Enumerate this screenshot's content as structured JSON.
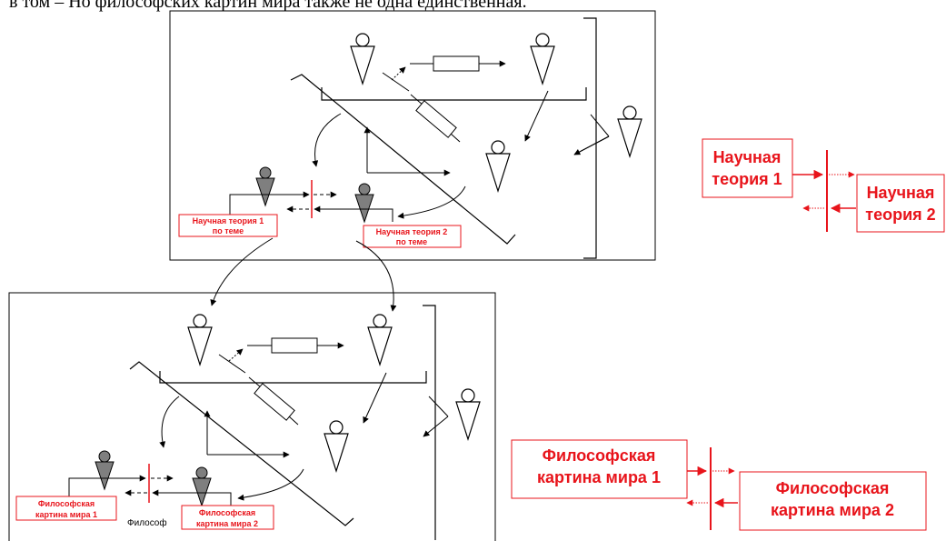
{
  "header_fragment": "в том – Но философских картин мира также не одна единственная.",
  "panel_top": {
    "theory1_label_line1": "Научная теория 1",
    "theory1_label_line2": "по теме",
    "theory2_label_line1": "Научная теория 2",
    "theory2_label_line2": "по теме"
  },
  "panel_bottom": {
    "picture1_label_line1": "Философская",
    "picture1_label_line2": "картина мира 1",
    "picture2_label_line1": "Философская",
    "picture2_label_line2": "картина мира 2",
    "philosopher_label": "Философ"
  },
  "legend_top": {
    "box1_line1": "Научная",
    "box1_line2": "теория 1",
    "box2_line1": "Научная",
    "box2_line2": "теория 2"
  },
  "legend_bottom": {
    "box1_line1": "Философская",
    "box1_line2": "картина мира 1",
    "box2_line1": "Философская",
    "box2_line2": "картина мира 2"
  },
  "colors": {
    "accent_red": "#e8141b",
    "figure_gray": "#7f7f7f",
    "ink": "#000000"
  }
}
